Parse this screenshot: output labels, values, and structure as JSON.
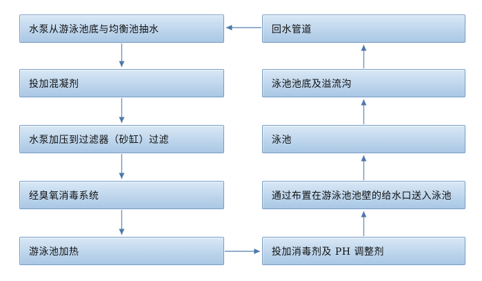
{
  "diagram": {
    "left_column": [
      {
        "id": "pump-intake",
        "label": "水泵从游泳池底与均衡池抽水"
      },
      {
        "id": "add-coagulant",
        "label": "投加混凝剂"
      },
      {
        "id": "pressure-filter",
        "label": "水泵加压到过滤器（砂缸）过滤"
      },
      {
        "id": "ozone-disinfection",
        "label": "经臭氧消毒系统"
      },
      {
        "id": "pool-heating",
        "label": "游泳池加热"
      }
    ],
    "right_column": [
      {
        "id": "return-pipe",
        "label": "回水管道"
      },
      {
        "id": "pool-bottom-overflow",
        "label": "泳池池底及溢流沟"
      },
      {
        "id": "pool",
        "label": "泳池"
      },
      {
        "id": "wall-inlets",
        "label": "通过布置在游泳池池壁的给水口送入泳池"
      },
      {
        "id": "add-disinfectant",
        "label": "投加消毒剂及 PH 调整剂"
      }
    ],
    "edges": [
      {
        "from": "pump-intake",
        "to": "add-coagulant",
        "direction": "down"
      },
      {
        "from": "add-coagulant",
        "to": "pressure-filter",
        "direction": "down"
      },
      {
        "from": "pressure-filter",
        "to": "ozone-disinfection",
        "direction": "down"
      },
      {
        "from": "ozone-disinfection",
        "to": "pool-heating",
        "direction": "down"
      },
      {
        "from": "pool-heating",
        "to": "add-disinfectant",
        "direction": "right"
      },
      {
        "from": "add-disinfectant",
        "to": "wall-inlets",
        "direction": "up"
      },
      {
        "from": "wall-inlets",
        "to": "pool",
        "direction": "up"
      },
      {
        "from": "pool",
        "to": "pool-bottom-overflow",
        "direction": "up"
      },
      {
        "from": "pool-bottom-overflow",
        "to": "return-pipe",
        "direction": "up"
      },
      {
        "from": "return-pipe",
        "to": "pump-intake",
        "direction": "left"
      }
    ],
    "colors": {
      "box_fill_top": "#d9e8f6",
      "box_fill_bottom": "#a9c7e4",
      "box_border": "#769bc4",
      "arrow_line": "#6e94be",
      "arrow_head": "#4d79ab",
      "text": "#111111",
      "background": "#ffffff"
    }
  }
}
